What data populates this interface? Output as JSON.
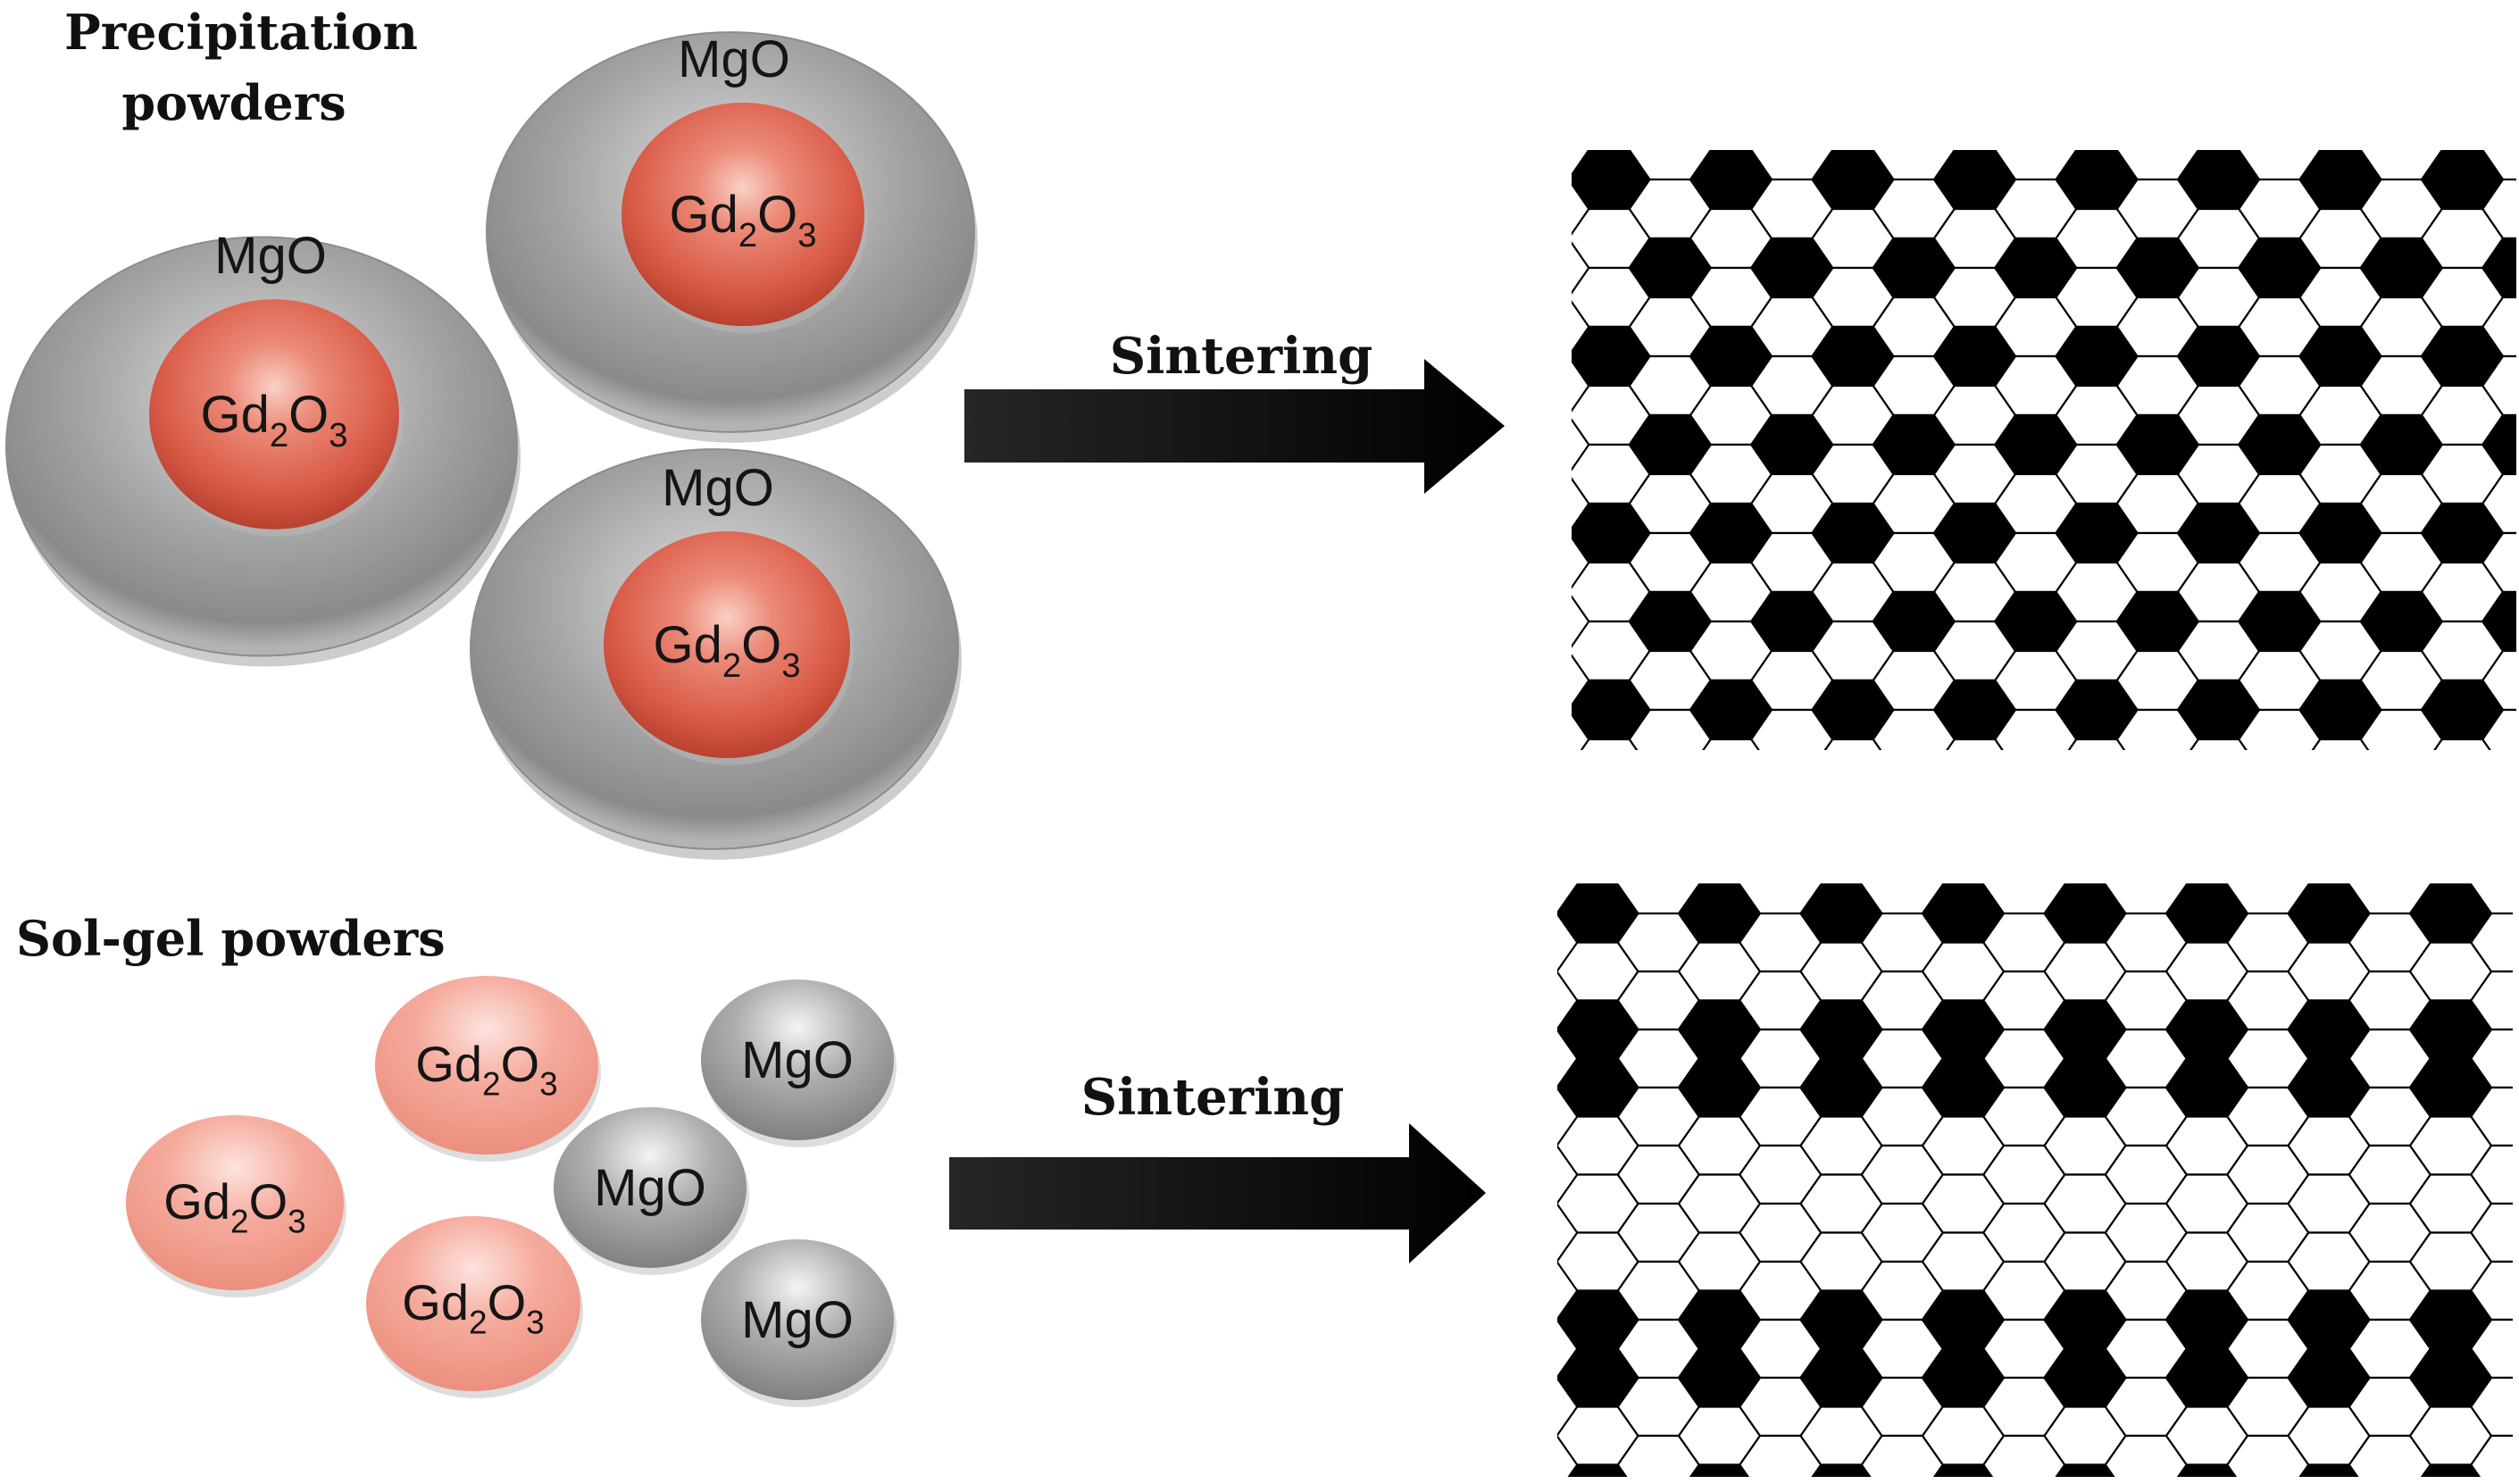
{
  "headings": {
    "precipitation_line1": "Precipitation",
    "precipitation_line2": "powders",
    "solgel": "Sol-gel powders"
  },
  "arrows": {
    "top_label": "Sintering",
    "bottom_label": "Sintering"
  },
  "particles": {
    "shell_label": "MgO",
    "core_label_main": "Gd",
    "core_label_sub1": "2",
    "core_label_mid": "O",
    "core_label_sub2": "3"
  },
  "colors": {
    "shell_gray": "#9a9a9a",
    "core_red": "#e0604d",
    "solgel_pink": "#f2a396",
    "grain_black": "#000000",
    "grain_white": "#ffffff"
  }
}
